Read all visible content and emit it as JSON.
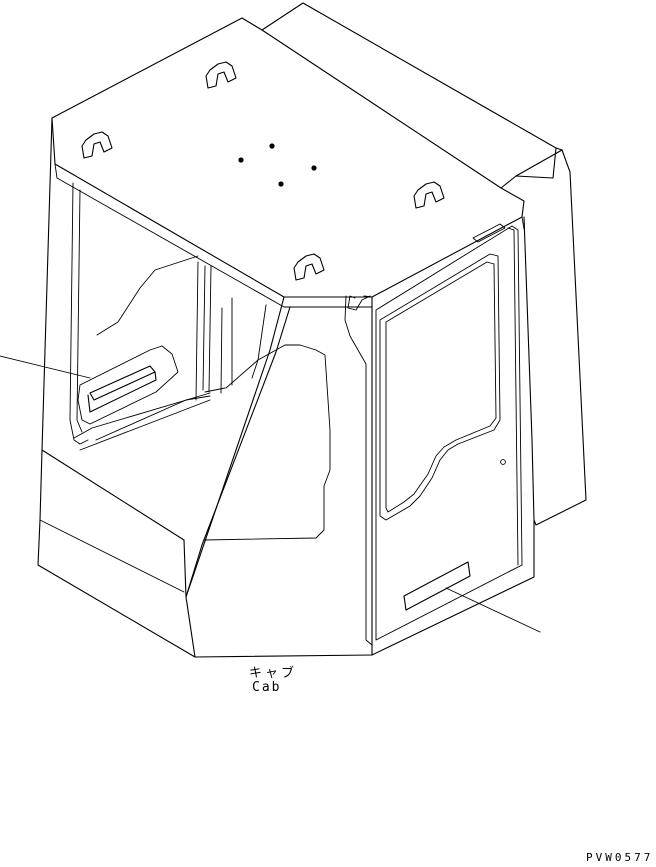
{
  "part_label_jp": "キャブ",
  "part_label_en": "Cab",
  "drawing_code": "PVW0577"
}
